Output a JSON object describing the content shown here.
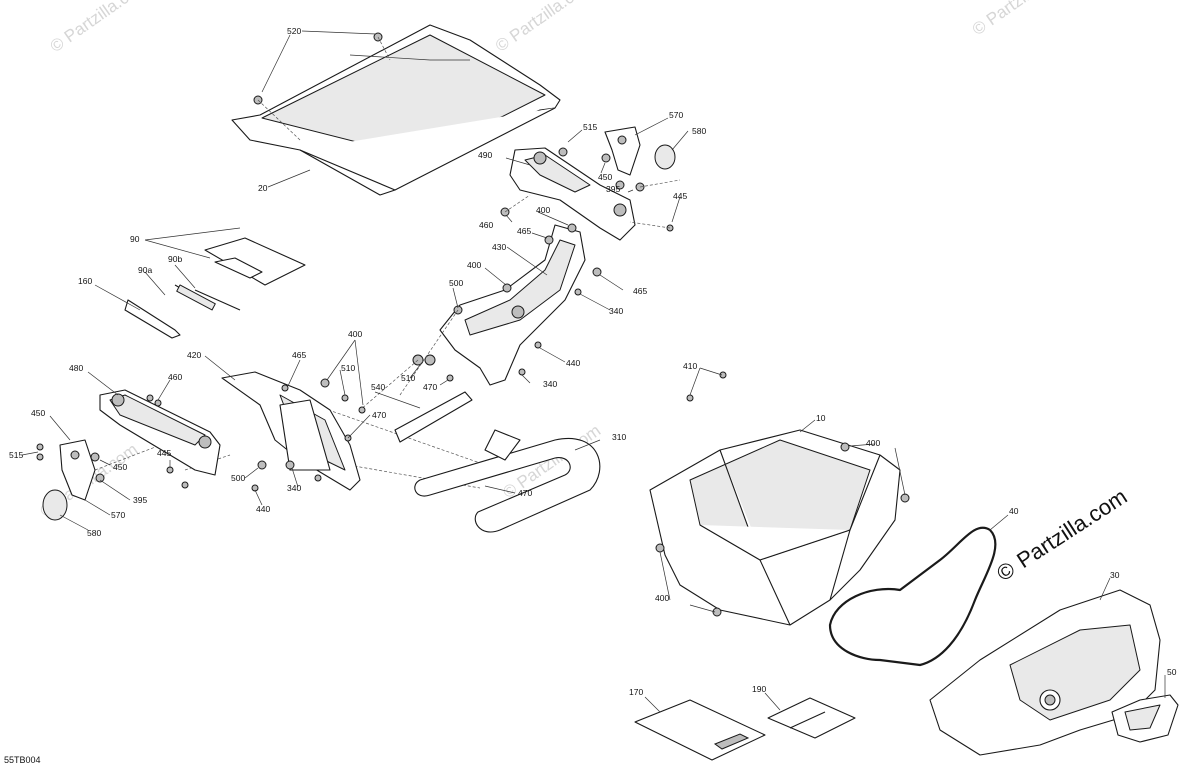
{
  "diagram_code": "55TB004",
  "brand": "Partzilla.com",
  "brand_symbol": "©",
  "watermark": "© Partzilla.com",
  "callouts": {
    "c520": "520",
    "c20": "20",
    "c515a": "515",
    "c570a": "570",
    "c580a": "580",
    "c490": "490",
    "c450a": "450",
    "c395a": "395",
    "c445a": "445",
    "c460a": "460",
    "c400a": "400",
    "c465a": "465",
    "c430": "430",
    "c400b": "400",
    "c500a": "500",
    "c465b": "465",
    "c340a": "340",
    "c440a": "440",
    "c510a": "510",
    "c470a": "470",
    "c340b": "340",
    "c90": "90",
    "c90a": "90a",
    "c90b": "90b",
    "c160": "160",
    "c420": "420",
    "c465c": "465",
    "c400c": "400",
    "c510b": "510",
    "c480": "480",
    "c460b": "460",
    "c450b": "450",
    "c515b": "515",
    "c450c": "450",
    "c445b": "445",
    "c395b": "395",
    "c570b": "570",
    "c580b": "580",
    "c500b": "500",
    "c440b": "440",
    "c340c": "340",
    "c470b": "470",
    "c540": "540",
    "c310": "310",
    "c470c": "470",
    "c410": "410",
    "c10": "10",
    "c400d": "400",
    "c40": "40",
    "c400e": "400",
    "c30": "30",
    "c50": "50",
    "c170": "170",
    "c190": "190"
  }
}
